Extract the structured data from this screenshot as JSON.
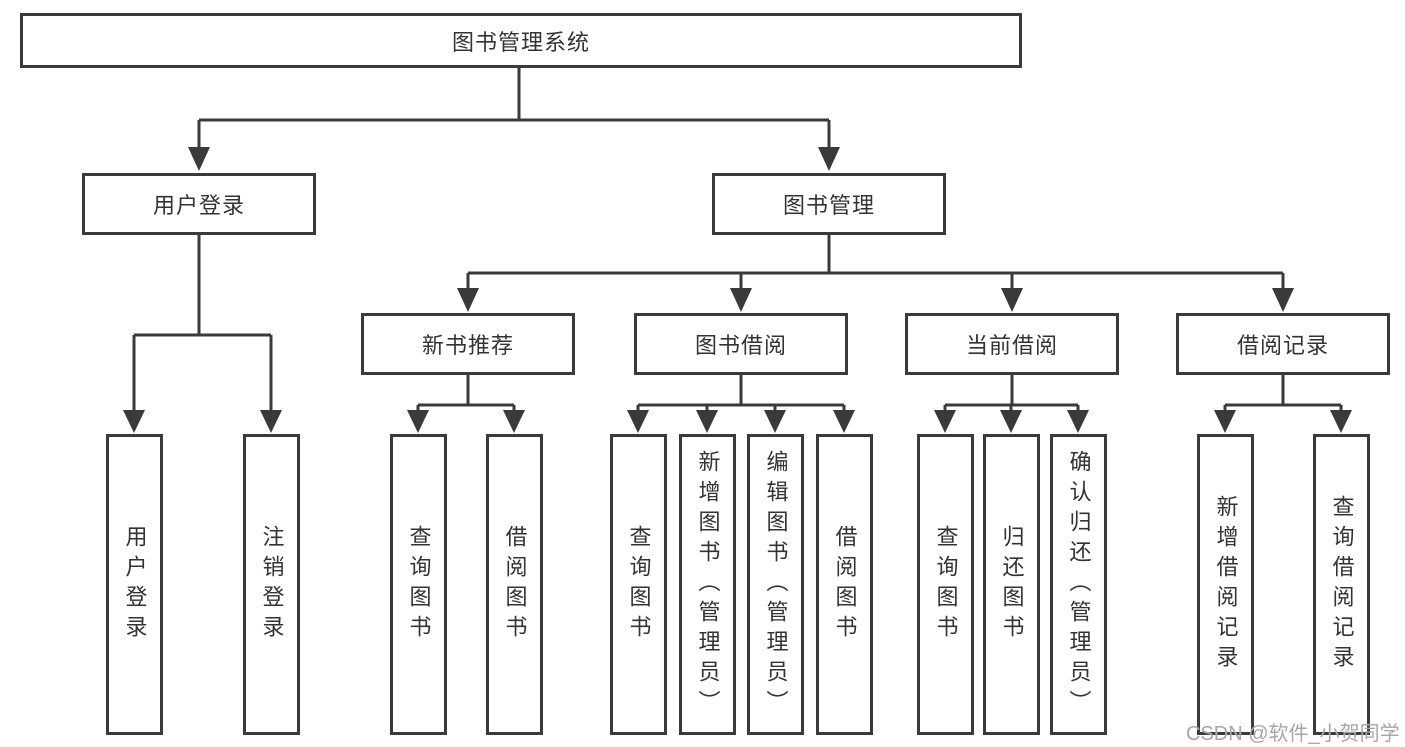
{
  "nodes": {
    "root": {
      "label": "图书管理系统"
    },
    "l2": [
      {
        "label": "用户登录"
      },
      {
        "label": "图书管理"
      }
    ],
    "l3": [
      {
        "label": "新书推荐"
      },
      {
        "label": "图书借阅"
      },
      {
        "label": "当前借阅"
      },
      {
        "label": "借阅记录"
      }
    ],
    "leaves": {
      "login": [
        {
          "label": "用户登录"
        },
        {
          "label": "注销登录"
        }
      ],
      "recommend": [
        {
          "label": "查询图书"
        },
        {
          "label": "借阅图书"
        }
      ],
      "borrow": [
        {
          "label": "查询图书"
        },
        {
          "label": "新增图书（管理员）"
        },
        {
          "label": "编辑图书（管理员）"
        },
        {
          "label": "借阅图书"
        }
      ],
      "current": [
        {
          "label": "查询图书"
        },
        {
          "label": "归还图书"
        },
        {
          "label": "确认归还（管理员）"
        }
      ],
      "records": [
        {
          "label": "新增借阅记录"
        },
        {
          "label": "查询借阅记录"
        }
      ]
    }
  },
  "hierarchy": {
    "图书管理系统": [
      "用户登录",
      "图书管理"
    ],
    "用户登录": [
      "用户登录",
      "注销登录"
    ],
    "图书管理": [
      "新书推荐",
      "图书借阅",
      "当前借阅",
      "借阅记录"
    ],
    "新书推荐": [
      "查询图书",
      "借阅图书"
    ],
    "图书借阅": [
      "查询图书",
      "新增图书（管理员）",
      "编辑图书（管理员）",
      "借阅图书"
    ],
    "当前借阅": [
      "查询图书",
      "归还图书",
      "确认归还（管理员）"
    ],
    "借阅记录": [
      "新增借阅记录",
      "查询借阅记录"
    ]
  },
  "watermark": {
    "text": "CSDN @软件_小贺同学"
  },
  "colors": {
    "line": "#3a3a3a",
    "text": "#333333",
    "watermark": "#a6a6a6",
    "background": "#ffffff"
  }
}
